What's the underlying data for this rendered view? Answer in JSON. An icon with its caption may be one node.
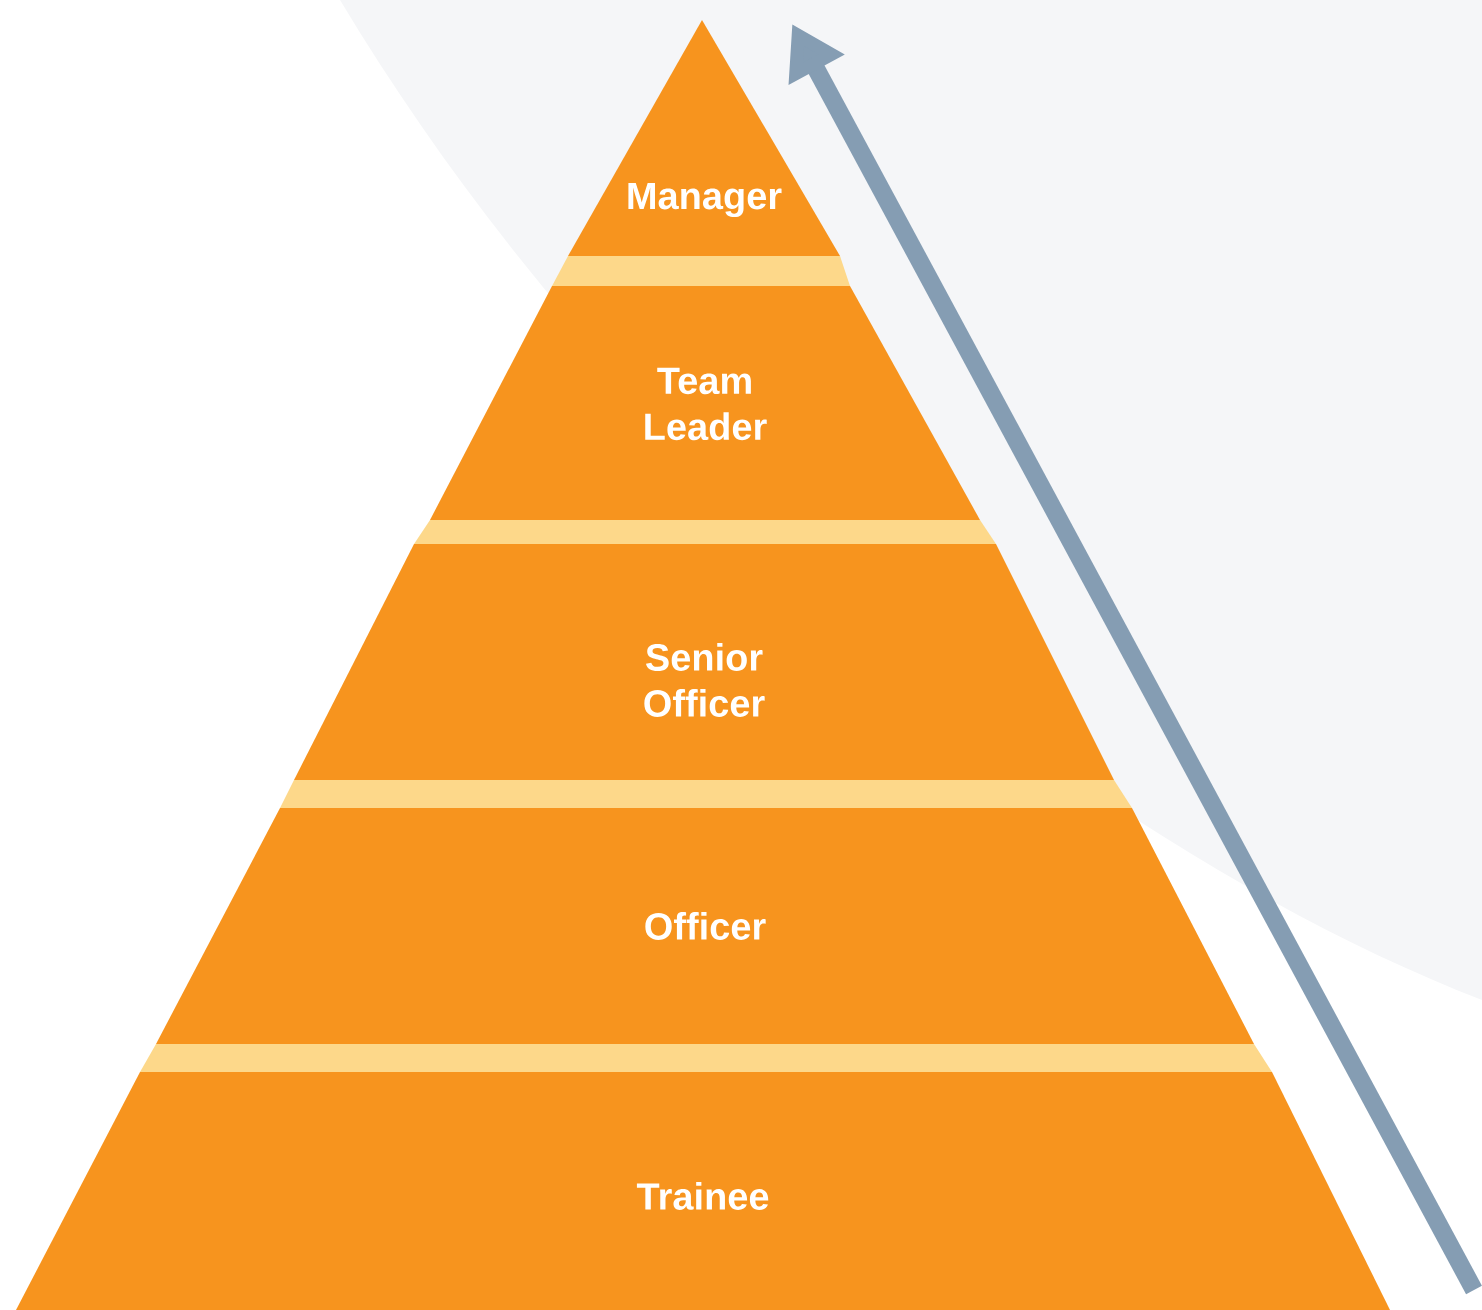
{
  "diagram": {
    "nodes": [
      {
        "text": [
          "Manager"
        ]
      },
      {
        "text": [
          "Team Leader"
        ]
      },
      {
        "text": [
          "Senior Officer"
        ]
      },
      {
        "text": [
          "Officer"
        ]
      },
      {
        "text": [
          "Trainee"
        ]
      }
    ]
  }
}
